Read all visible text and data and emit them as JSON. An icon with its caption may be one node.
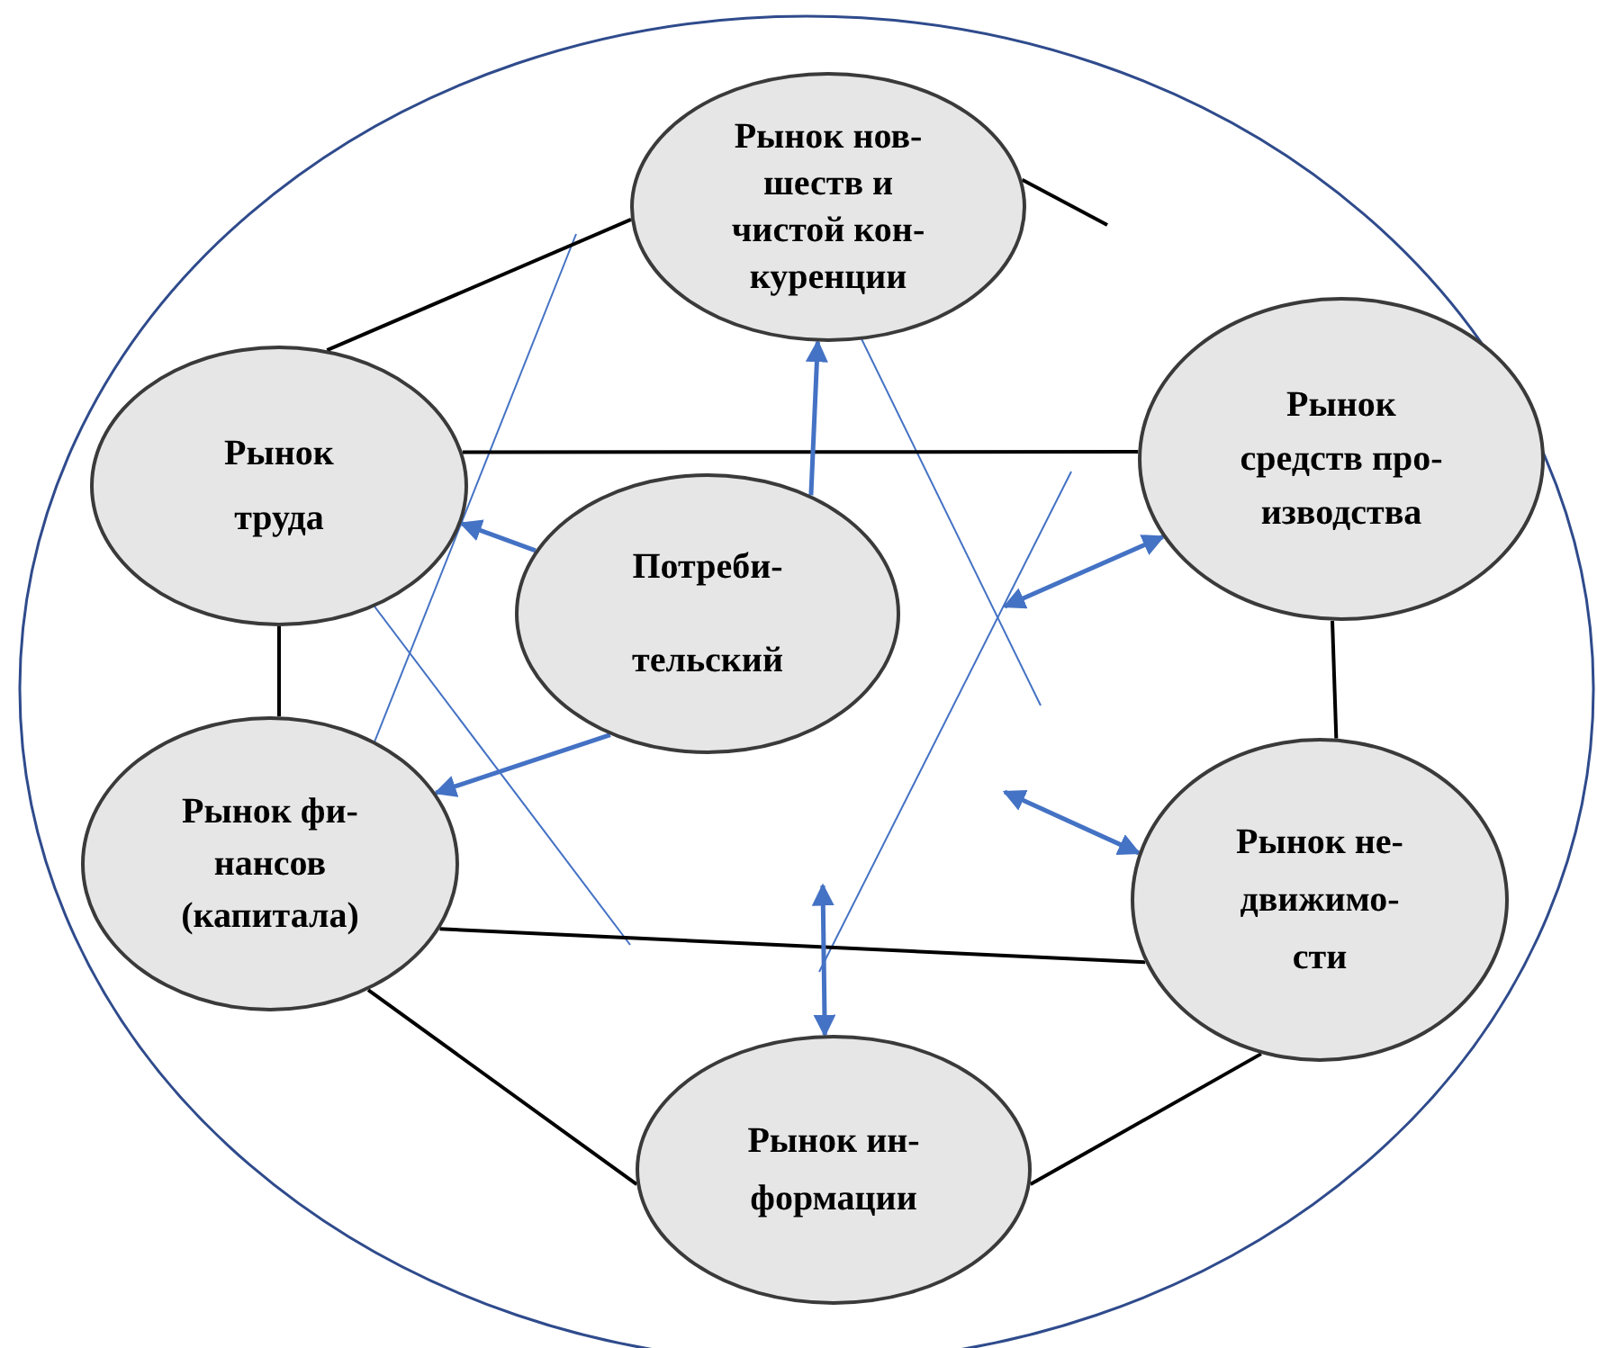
{
  "diagram": {
    "nodes": [
      {
        "text": [
          "Рынок нов- шеств и чистой кон- куренции"
        ]
      },
      {
        "text": [
          "Рынок труда"
        ]
      },
      {
        "text": [
          "Рынок средств про- изводства"
        ]
      },
      {
        "text": [
          "Потреби- тельский"
        ]
      },
      {
        "text": [
          "Рынок фи- нансов (капитала)"
        ]
      },
      {
        "text": [
          "Рынок не- движимо- сти"
        ]
      },
      {
        "text": [
          "Рынок ин- формации"
        ]
      }
    ],
    "edges": [
      {
        "from": 1,
        "to": 0,
        "arrow": "none"
      },
      {
        "from": 1,
        "to": 2,
        "arrow": "none"
      },
      {
        "from": 1,
        "to": 4,
        "arrow": "none"
      },
      {
        "from": 2,
        "to": 5,
        "arrow": "none"
      },
      {
        "from": 4,
        "to": 5,
        "arrow": "none"
      },
      {
        "from": 4,
        "to": 6,
        "arrow": "none"
      },
      {
        "from": 6,
        "to": 5,
        "arrow": "none"
      },
      {
        "from": 0,
        "to": null,
        "arrow": "none"
      },
      {
        "from": 3,
        "to": 0,
        "arrow": "to",
        "color": "#4472c4"
      },
      {
        "from": 3,
        "to": 1,
        "arrow": "to",
        "color": "#4472c4"
      },
      {
        "from": 3,
        "to": 4,
        "arrow": "to",
        "color": "#4472c4"
      },
      {
        "from": null,
        "to": 2,
        "arrow": "both",
        "color": "#4472c4"
      },
      {
        "from": null,
        "to": 5,
        "arrow": "both",
        "color": "#4472c4"
      },
      {
        "from": null,
        "to": 6,
        "arrow": "both",
        "color": "#4472c4"
      }
    ]
  }
}
